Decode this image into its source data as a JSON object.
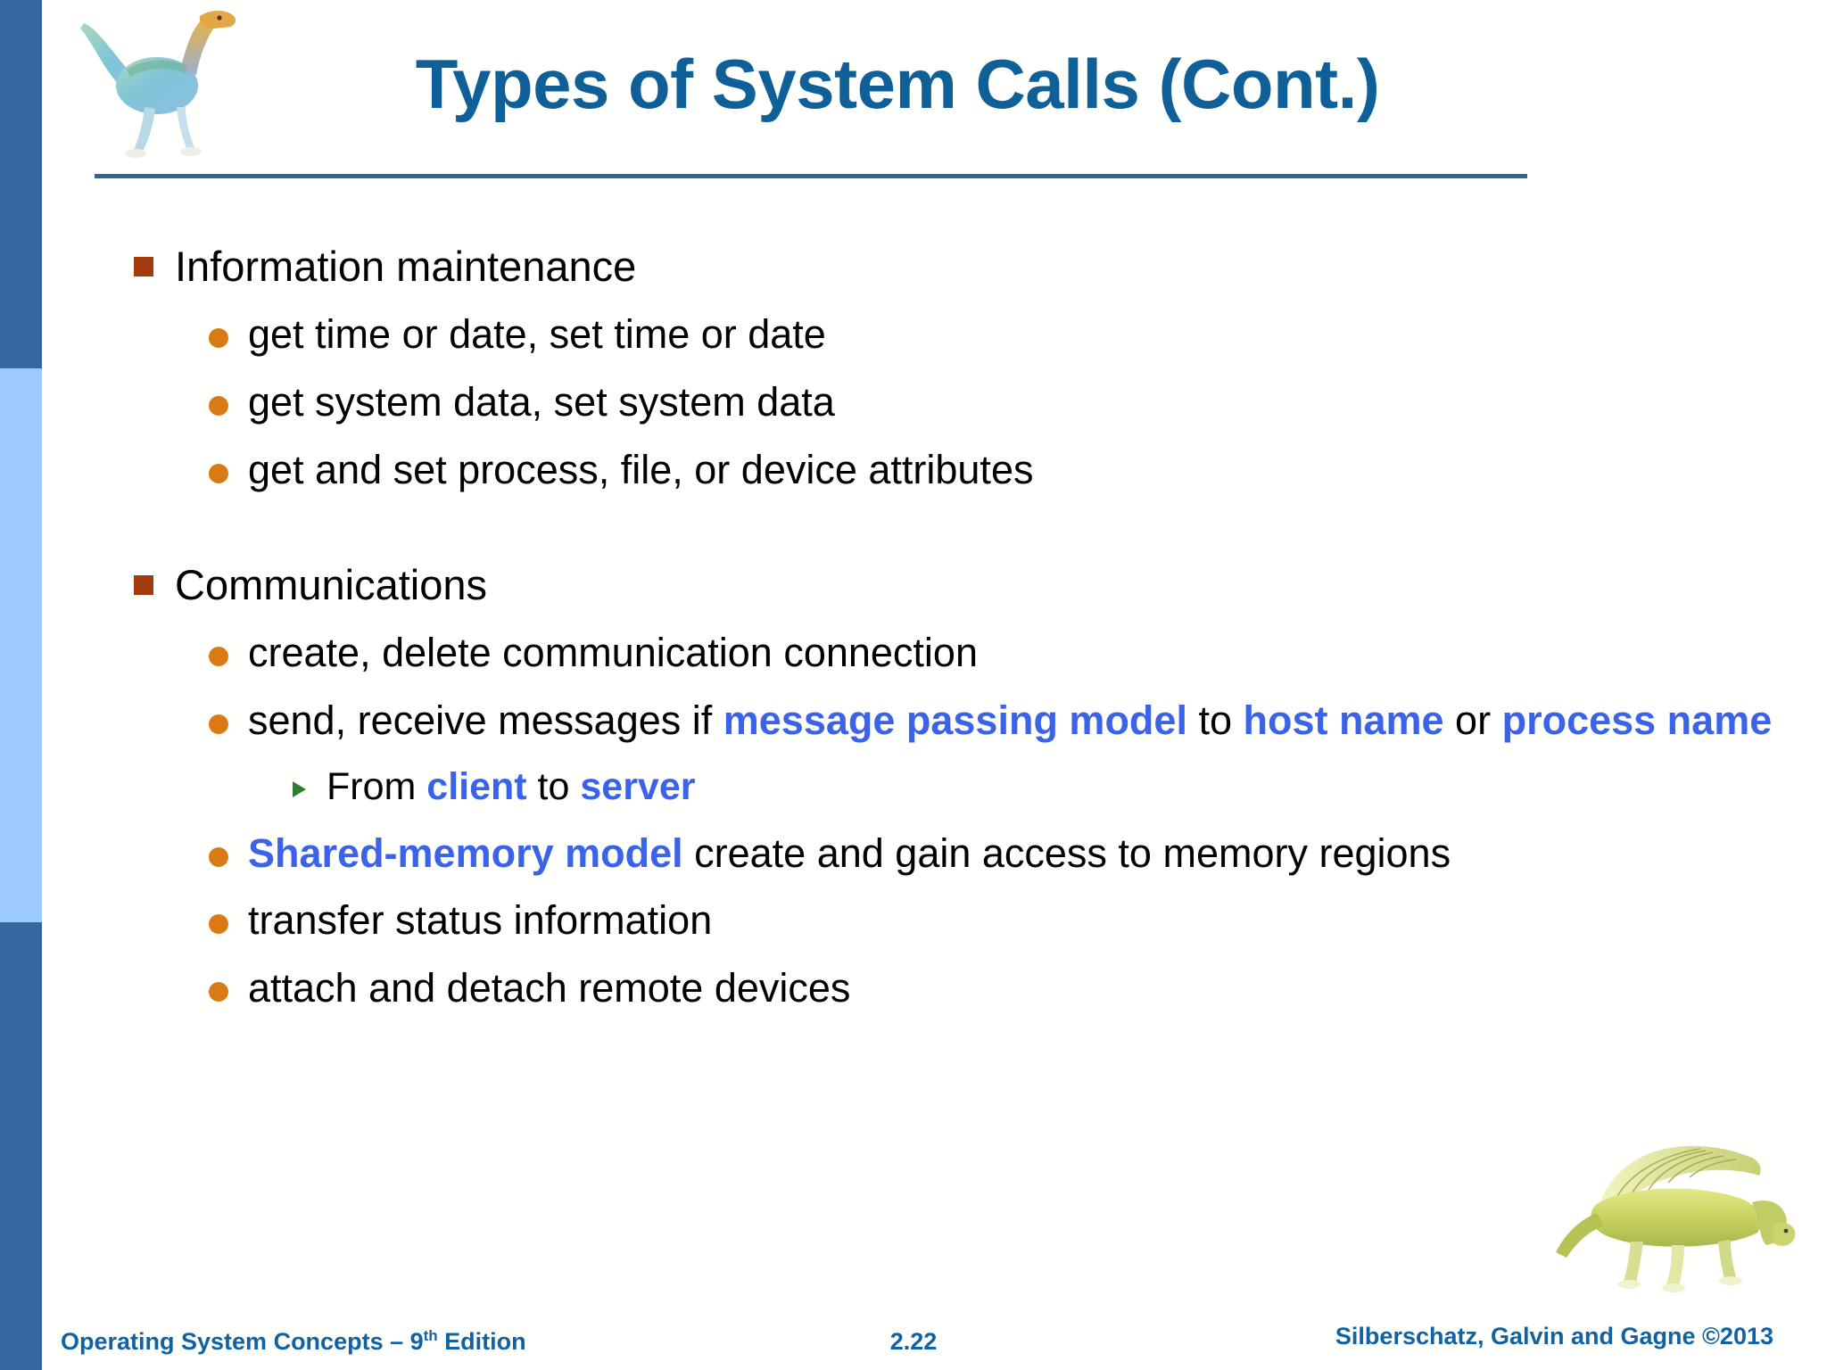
{
  "slide": {
    "title": "Types of System Calls (Cont.)",
    "title_color": "#0F6099",
    "rule_color": "#2D6499",
    "background": "#fffffd",
    "rail": {
      "dark_color": "#36689F",
      "light_color": "#9CC9FF"
    },
    "bullet_colors": {
      "level1_square": "#A33A10",
      "level2_circle": "#D97B15",
      "level3_arrow": "#2E7D32",
      "highlight_text": "#3B63EA"
    },
    "images": {
      "top_logo": "dinosaur-icon",
      "bottom_logo": "dinosaur-icon"
    }
  },
  "content": {
    "section1_heading": "Information maintenance",
    "section1_items": [
      "get time or date, set time or date",
      "get system data, set system data",
      "get and set process, file, or device attributes"
    ],
    "section2_heading": "Communications",
    "section2_item1": "create, delete communication connection",
    "section2_item2": {
      "part1": "send, receive messages if ",
      "hl1": "message passing model",
      "part2": " to ",
      "hl2": "host name",
      "part3": " or ",
      "hl3": "process name"
    },
    "section2_subitem": {
      "part1": "From ",
      "hl1": "client",
      "part2": " to ",
      "hl2": "server"
    },
    "section2_item3": {
      "hl1": "Shared-memory model",
      "part1": " create and gain access to memory regions"
    },
    "section2_item4": "transfer status information",
    "section2_item5": "attach and detach remote devices"
  },
  "footer": {
    "left_text_a": "Operating System Concepts – 9",
    "left_sup": "th",
    "left_text_b": " Edition",
    "page_number": "2.22",
    "right_text": "Silberschatz, Galvin and Gagne ©2013"
  }
}
